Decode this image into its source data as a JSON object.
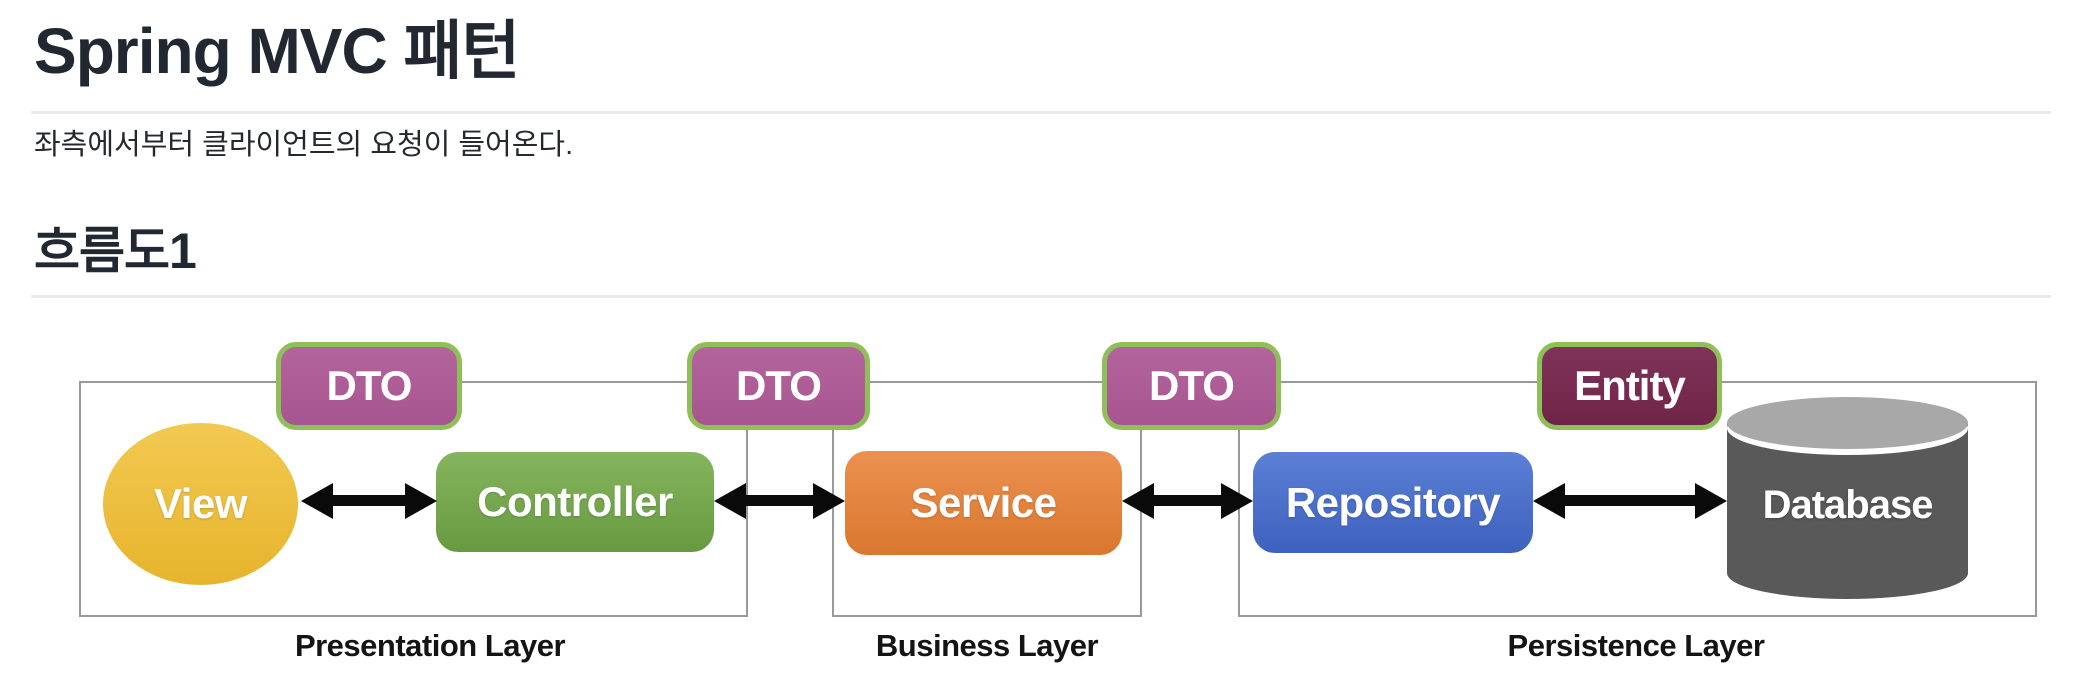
{
  "page": {
    "title": "Spring MVC 패턴",
    "intro": "좌측에서부터 클라이언트의 요청이 들어온다.",
    "section_heading": "흐름도1"
  },
  "diagram": {
    "layers": [
      {
        "label": "Presentation Layer"
      },
      {
        "label": "Business Layer"
      },
      {
        "label": "Persistence Layer"
      }
    ],
    "badges": [
      {
        "label": "DTO",
        "fill": "#ad5e95",
        "border": "#8ebf58"
      },
      {
        "label": "DTO",
        "fill": "#ad5e95",
        "border": "#8ebf58"
      },
      {
        "label": "DTO",
        "fill": "#ad5e95",
        "border": "#8ebf58"
      },
      {
        "label": "Entity",
        "fill": "#7b2d52",
        "border": "#8ebf58"
      }
    ],
    "nodes": [
      {
        "label": "View",
        "shape": "ellipse",
        "color": "#ecc13c"
      },
      {
        "label": "Controller",
        "shape": "rounded-rect",
        "color": "#76a74e"
      },
      {
        "label": "Service",
        "shape": "rounded-rect",
        "color": "#e2813b"
      },
      {
        "label": "Repository",
        "shape": "rounded-rect",
        "color": "#4a70c8"
      },
      {
        "label": "Database",
        "shape": "cylinder",
        "color": "#595959"
      }
    ],
    "connections": [
      {
        "from": "View",
        "to": "Controller",
        "bidirectional": true
      },
      {
        "from": "Controller",
        "to": "Service",
        "bidirectional": true
      },
      {
        "from": "Service",
        "to": "Repository",
        "bidirectional": true
      },
      {
        "from": "Repository",
        "to": "Database",
        "bidirectional": true
      }
    ],
    "colors": {
      "badge_plum": "#ad5e95",
      "badge_wine": "#7b2d52",
      "badge_border_green": "#8ebf58",
      "layer_box_border": "#97999c",
      "arrow_black": "#0a0a0a",
      "cylinder_body": "#595959",
      "cylinder_top": "#a8a8a8",
      "heading_text": "#222831",
      "rule_gray": "#e9eaec"
    }
  }
}
